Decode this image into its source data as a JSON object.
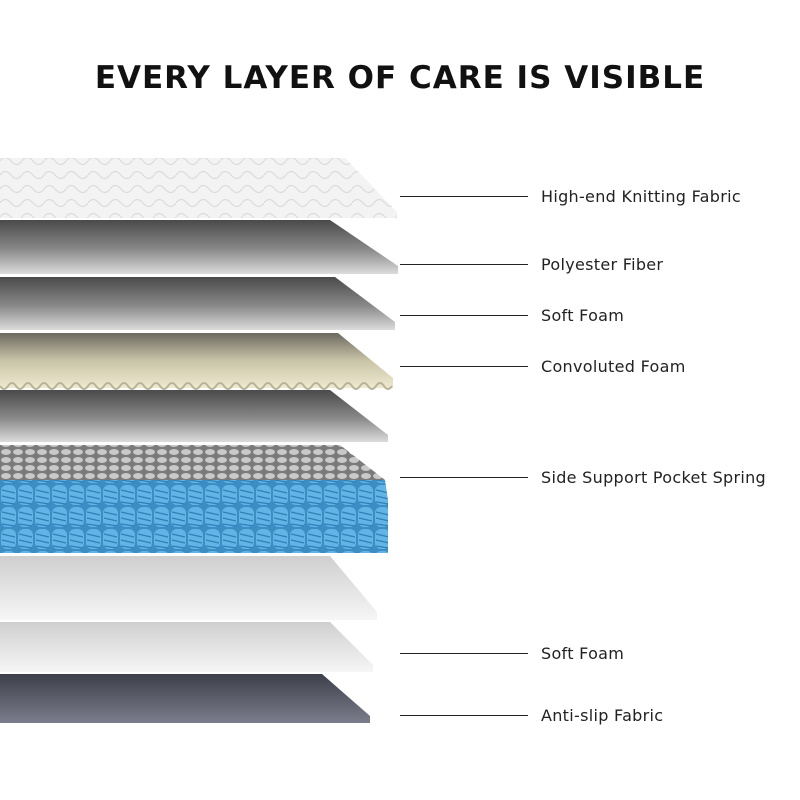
{
  "title": "EVERY LAYER OF CARE IS VISIBLE",
  "layers": [
    {
      "label": "High-end Knitting Fabric"
    },
    {
      "label": "Polyester Fiber"
    },
    {
      "label": "Soft Foam"
    },
    {
      "label": "Convoluted Foam"
    },
    {
      "label": "Side Support Pocket Spring"
    },
    {
      "label": "Soft Foam"
    },
    {
      "label": "Anti-slip Fabric"
    }
  ],
  "colors": {
    "fabric": "#f1f1f1",
    "foam_dark": "#5e5e5e",
    "foam_light": "#e4e4e4",
    "convoluted": "#e9e3c6",
    "spring": "#5aaee0",
    "anti_slip": "#555866"
  }
}
